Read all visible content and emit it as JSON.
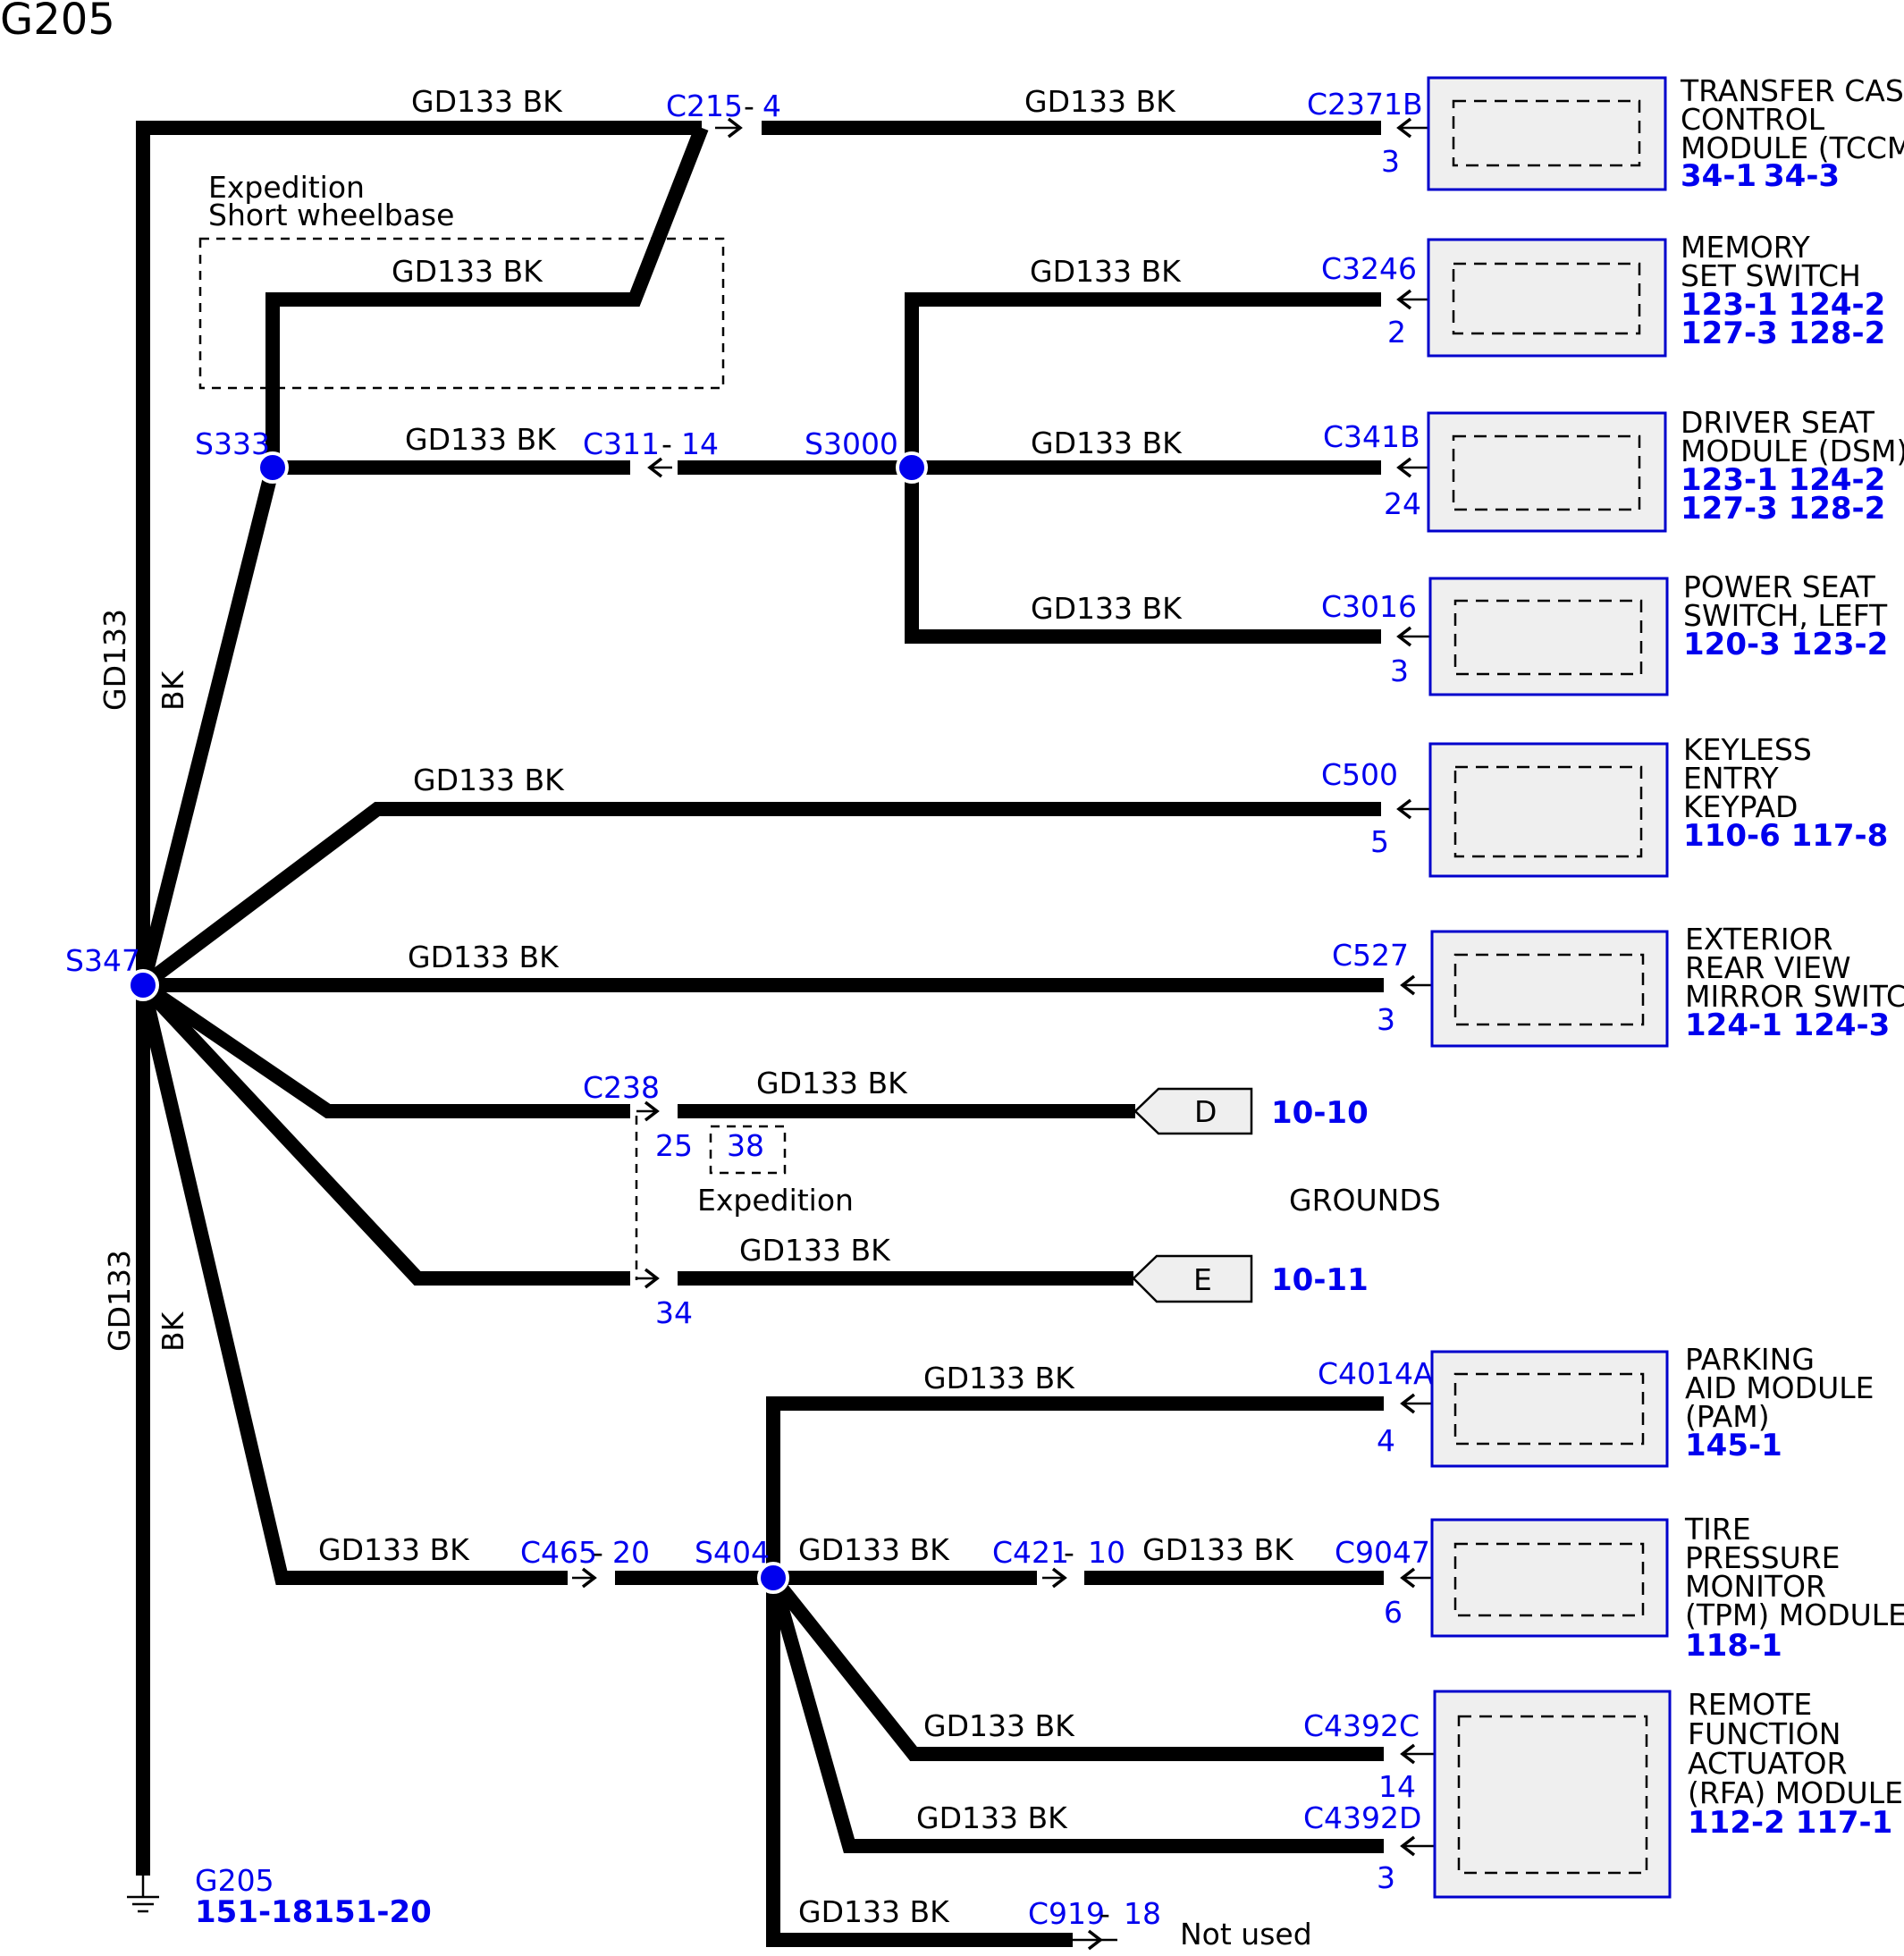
{
  "title": "G205",
  "wire_label": "GD133  BK",
  "wire_label_alt": "GD133 BK",
  "wire_vertical": {
    "circuit": "GD133",
    "color": "BK"
  },
  "option_labels": {
    "expedition_swb_line1": "Expedition",
    "expedition_swb_line2": "Short wheelbase",
    "expedition": "Expedition"
  },
  "splices": [
    "S333",
    "S3000",
    "S347",
    "S404"
  ],
  "inline_connectors": {
    "c215": "C215",
    "c215_pin": "4",
    "c311": "C311",
    "c311_pin": "14",
    "c238": "C238",
    "c238_pin_a": "25",
    "c238_pin_b": "38",
    "c238_pin_c": "34",
    "c465": "C465",
    "c465_pin": "20",
    "c421": "C421",
    "c421_pin": "10",
    "c919": "C919",
    "c919_pin": "18",
    "dash": "-"
  },
  "modules": [
    {
      "connector": "C2371B",
      "pin": "3",
      "name_lines": [
        "TRANSFER CASE",
        "CONTROL",
        "MODULE (TCCM)"
      ],
      "refs": [
        "34-1",
        "34-3"
      ]
    },
    {
      "connector": "C3246",
      "pin": "2",
      "name_lines": [
        "MEMORY",
        "SET SWITCH"
      ],
      "refs": [
        "123-1 124-2",
        "127-3 128-2"
      ]
    },
    {
      "connector": "C341B",
      "pin": "24",
      "name_lines": [
        "DRIVER SEAT",
        "MODULE (DSM)"
      ],
      "refs": [
        "123-1 124-2",
        "127-3 128-2"
      ]
    },
    {
      "connector": "C3016",
      "pin": "3",
      "name_lines": [
        "POWER SEAT",
        "SWITCH, LEFT"
      ],
      "refs": [
        "120-3 123-2"
      ]
    },
    {
      "connector": "C500",
      "pin": "5",
      "name_lines": [
        "KEYLESS",
        "ENTRY",
        "KEYPAD"
      ],
      "refs": [
        "110-6 117-8"
      ]
    },
    {
      "connector": "C527",
      "pin": "3",
      "name_lines": [
        "EXTERIOR",
        "REAR VIEW",
        "MIRROR SWITCH"
      ],
      "refs": [
        "124-1 124-3"
      ]
    },
    {
      "connector": "C4014A",
      "pin": "4",
      "name_lines": [
        "PARKING",
        "AID MODULE",
        "(PAM)"
      ],
      "refs": [
        "145-1"
      ]
    },
    {
      "connector": "C9047",
      "pin": "6",
      "name_lines": [
        "TIRE",
        "PRESSURE",
        "MONITOR",
        "(TPM) MODULE"
      ],
      "refs": [
        "118-1"
      ]
    },
    {
      "connector": "C4392C",
      "pin": "14",
      "name_lines": [
        "REMOTE",
        "FUNCTION",
        "ACTUATOR",
        "(RFA) MODULE"
      ],
      "refs": [
        "112-2 117-1"
      ]
    },
    {
      "connector": "C4392D",
      "pin": "3"
    }
  ],
  "grounds": {
    "label": "GROUNDS",
    "d": {
      "tag": "D",
      "ref": "10-10"
    },
    "e": {
      "tag": "E",
      "ref": "10-11"
    }
  },
  "ground_point": {
    "name": "G205",
    "refs": "151-18151-20"
  },
  "not_used": "Not used"
}
